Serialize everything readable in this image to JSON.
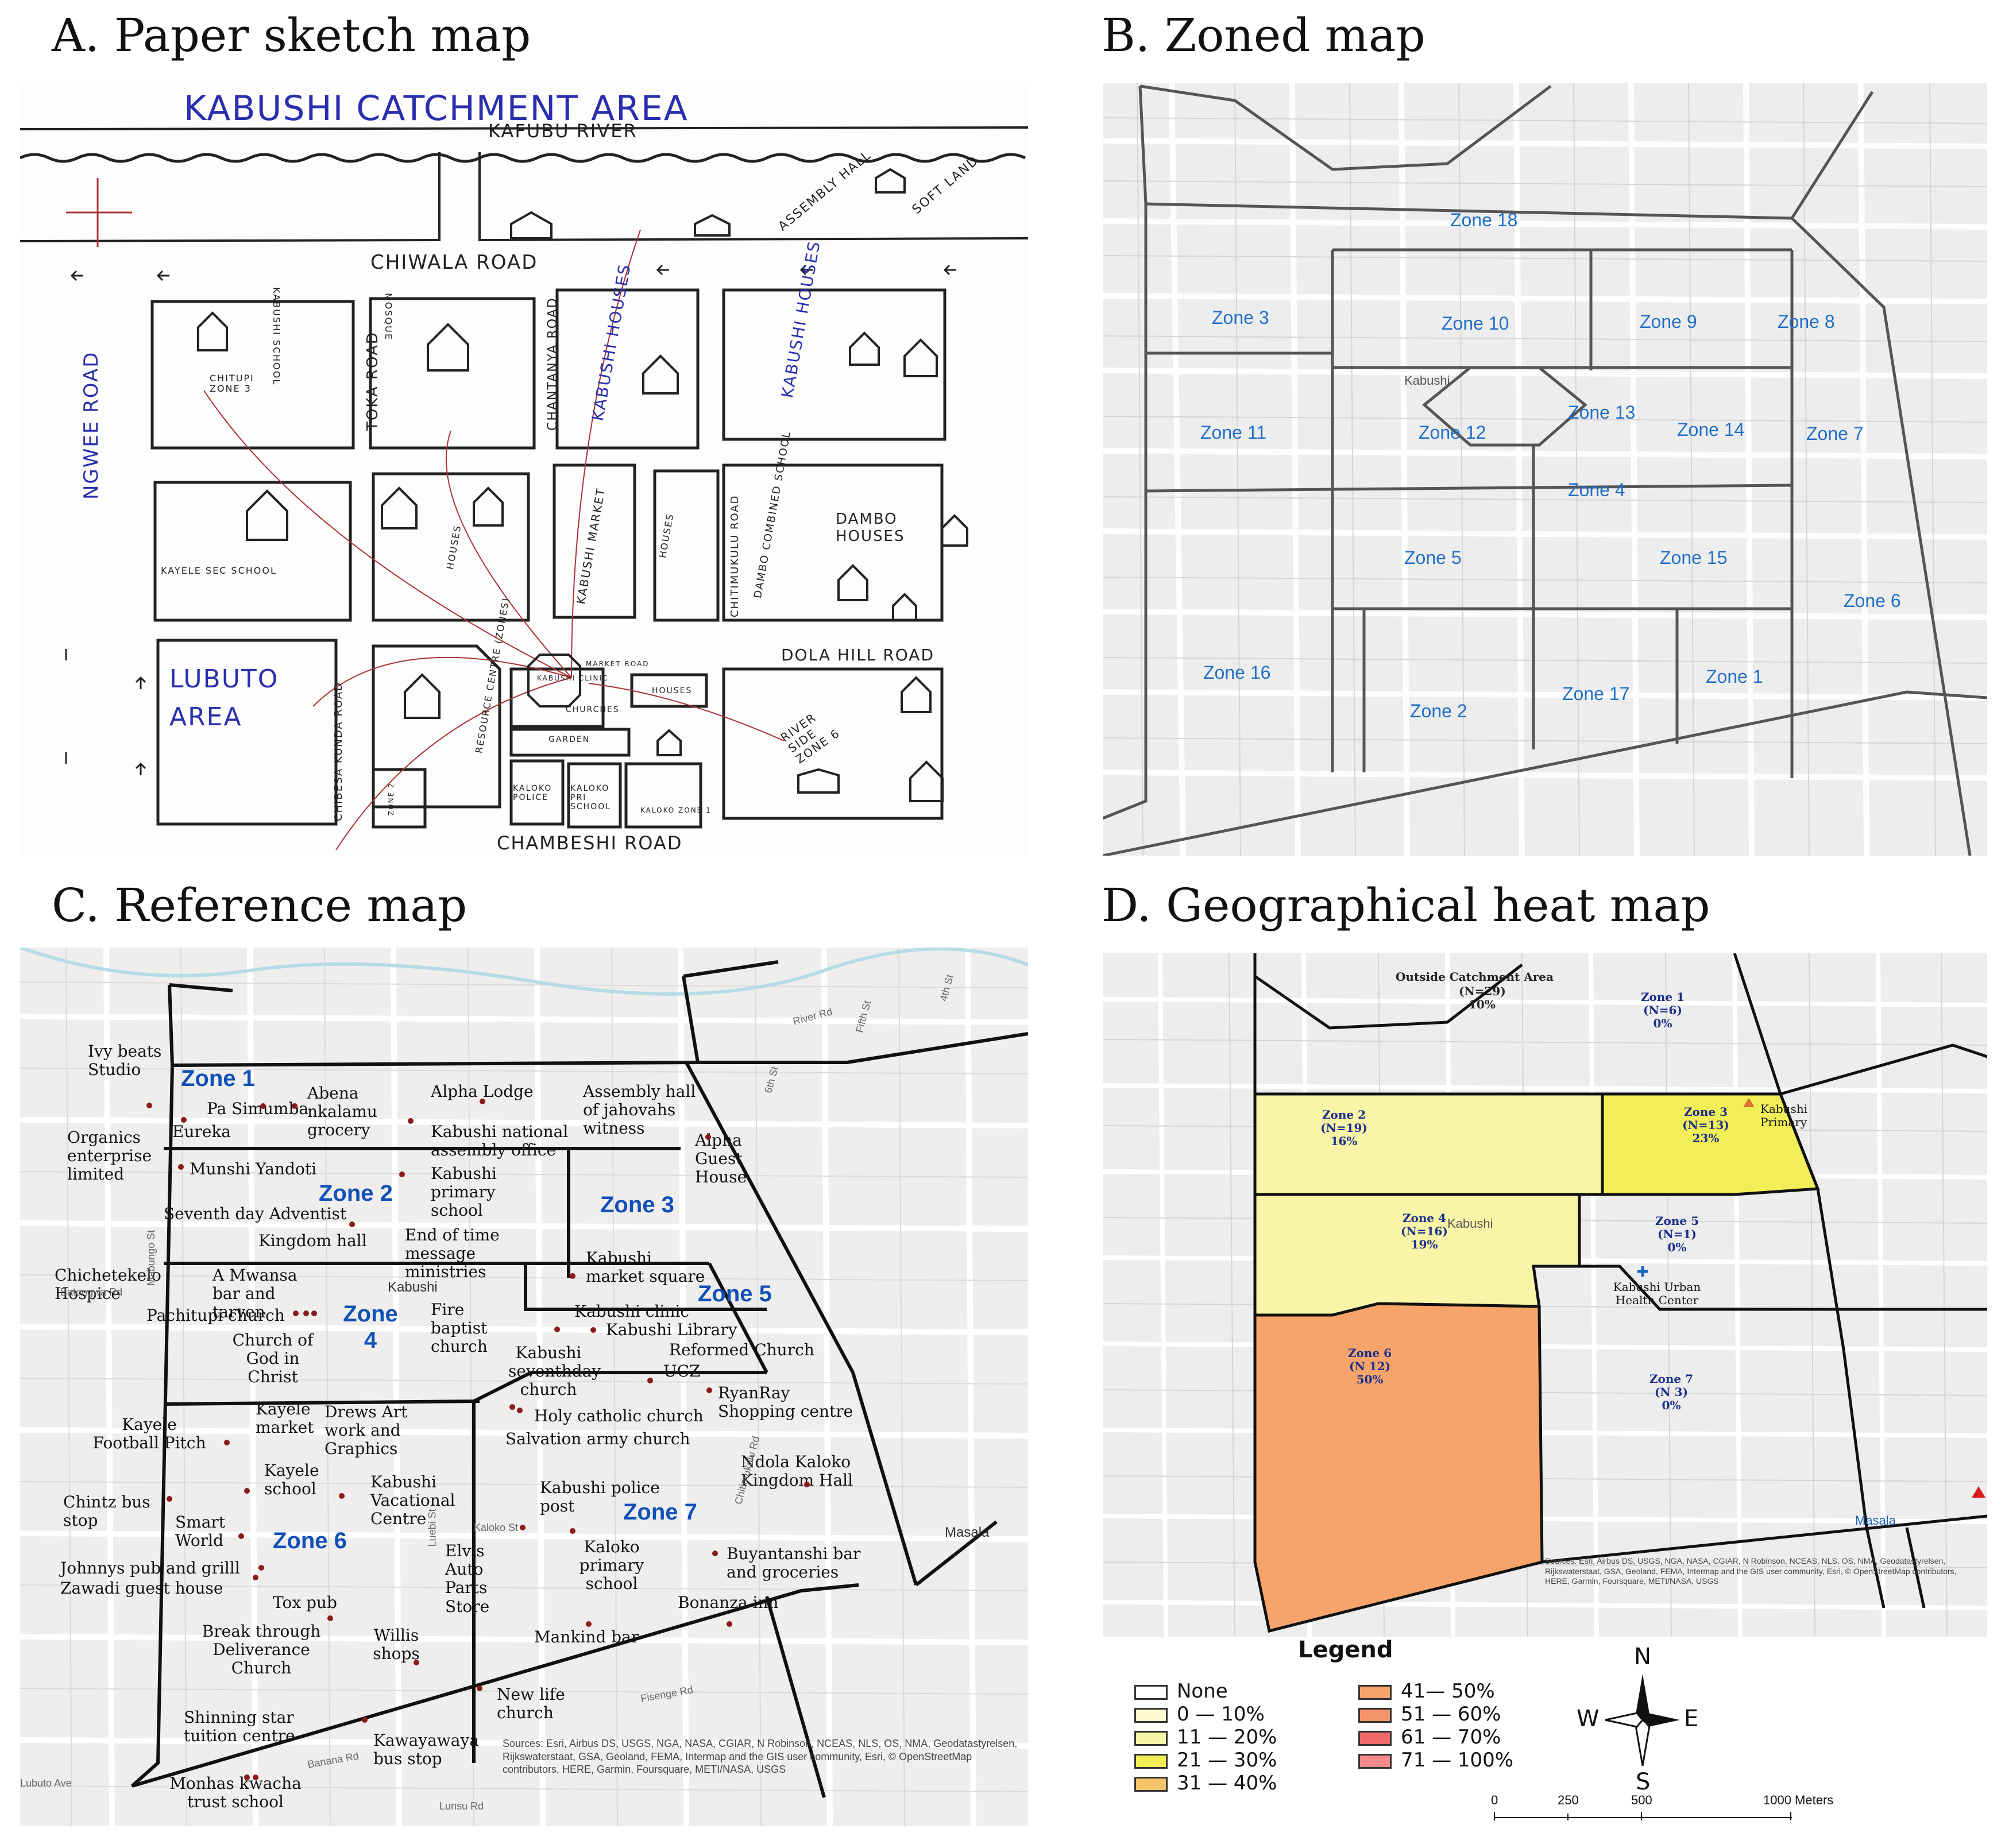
{
  "titles": {
    "a": "A. Paper sketch map",
    "b": "B. Zoned map",
    "c": "C. Reference map",
    "d": "D. Geographical heat map"
  },
  "sketch": {
    "title": "KABUSHI CATCHMENT AREA",
    "kafubu_river": "KAFUBU RIVER",
    "chiwala_road": "CHIWALA ROAD",
    "ngwee_road": "NGWEE ROAD",
    "toka_road": "TOKA ROAD",
    "chantanya_road": "CHANTANYA ROAD",
    "kabushi_houses_1": "KABUSHI HOUSES",
    "kabushi_houses_2": "KABUSHI HOUSES",
    "assembly_hall": "ASSEMBLY HALL",
    "soft_land": "SOFT LAND",
    "kabushi_school": "KABUSHI SCHOOL",
    "mosque": "MOSQUE",
    "chitupi_zone": "CHITUPI ZONE 3",
    "kayele_sec_school": "KAYELE SEC SCHOOL",
    "houses_1": "HOUSES",
    "kabushi_market": "KABUSHI MARKET",
    "houses_2": "HOUSES",
    "chitimukulu": "CHITIMUKULU ROAD",
    "dambo_combined": "DAMBO COMBINED SCHOOL",
    "dambo_houses": "DAMBO HOUSES",
    "dola_hill_road": "DOLA HILL ROAD",
    "lubuto_area": "LUBUTO AREA",
    "chibesa_kunda_road": "CHIBESA KUNDA ROAD",
    "resource_centre": "RESOURCE CENTRE (ZONES)",
    "kabushi_clinic": "KABUSHI CLINIC",
    "churches": "CHURCHES",
    "garden": "GARDEN",
    "houses_3": "HOUSES",
    "riverside_zone": "RIVER SIDE ZONE 6",
    "kaloko_police": "KALOKO POLICE",
    "kaloko_pri_school": "KALOKO PRI SCHOOL",
    "kaloko_zone": "KALOKO ZONE 1",
    "chachacha_zone": "ZONE 2",
    "chambeshi_road": "CHAMBESHI ROAD",
    "market_road": "MARKET ROAD"
  },
  "zoned": {
    "kabushi": "Kabushi",
    "zones": [
      "Zone 18",
      "Zone 3",
      "Zone 10",
      "Zone 9",
      "Zone 8",
      "Zone 11",
      "Zone 12",
      "Zone 13",
      "Zone 14",
      "Zone 7",
      "Zone 4",
      "Zone 5",
      "Zone 15",
      "Zone 6",
      "Zone 16",
      "Zone 2",
      "Zone 17",
      "Zone 1"
    ],
    "streets": [
      "Fifth St",
      "6th St",
      "Kabushi",
      "Luebi St",
      "Fisenge Rd",
      "Banana Rd",
      "Chambeshi Rd"
    ]
  },
  "reference": {
    "zones": [
      "Zone 1",
      "Zone 2",
      "Zone 3",
      "Zone 4",
      "Zone 5",
      "Zone 6",
      "Zone 7"
    ],
    "pois": [
      "Ivy beats Studio",
      "Pa Simumba",
      "Abena nkalamu grocery",
      "Alpha Lodge",
      "Assembly hall of jahovahs witness",
      "Organics enterprise limited",
      "Eureka",
      "Kabushi national assembly office",
      "Alpha Guest House",
      "Munshi Yandoti",
      "Kabushi primary school",
      "Seventh day Adventist",
      "Kingdom hall",
      "End of time message ministries",
      "Kabushi market square",
      "Chichetekelo Hospice",
      "A Mwansa bar and tarven",
      "Pachitupi church",
      "Fire baptist church",
      "Kabushi clinic",
      "Kabushi Library",
      "Reformed Church",
      "Church of God in Christ",
      "Kabushi seventhday church",
      "UCZ",
      "RyanRay Shopping centre",
      "Kayele Football Pitch",
      "Kayele market",
      "Drews Art work and Graphics",
      "Holy catholic church",
      "Salvation army church",
      "Kayele school",
      "Kabushi Vacational Centre",
      "Ndola Kaloko Kingdom Hall",
      "Chintz bus stop",
      "Smart World",
      "Kabushi police post",
      "Johnnys pub and grilll",
      "Zawadi guest house",
      "Elvis Auto Parts Store",
      "Kaloko primary school",
      "Buyantanshi bar and groceries",
      "Tox pub",
      "Bonanza inn",
      "Break through Deliverance Church",
      "Willis shops",
      "Mankind bar",
      "New life church",
      "Shinning star tuition centre",
      "Kawayawaya bus stop",
      "Monhas kwacha trust school"
    ],
    "kabushi": "Kabushi",
    "masala": "Masala",
    "streets": [
      "River Rd",
      "Fifth St",
      "6th St",
      "4th St",
      "Batongwa Rd",
      "Mabungo St",
      "Fisenge Rd",
      "Banana Rd",
      "Luebi St",
      "Chitimukulu Rd",
      "Kaloko St",
      "Lubuto Ave",
      "Lunsu Rd",
      "Luebi St"
    ],
    "attribution": "Sources: Esri, Airbus DS, USGS, NGA, NASA, CGIAR, N Robinson, NCEAS, NLS, OS, NMA, Geodatastyrelsen, Rijkswaterstaat, GSA, Geoland, FEMA, Intermap and the GIS user community, Esri, © OpenStreetMap contributors, HERE, Garmin, Foursquare, METI/NASA, USGS"
  },
  "heat": {
    "outside": {
      "name": "Outside Catchment Area",
      "n": "(N=29)",
      "pct": "10%"
    },
    "zones": [
      {
        "name": "Zone 1",
        "n": "(N=6)",
        "pct": "0%",
        "fill": "none"
      },
      {
        "name": "Zone 2",
        "n": "(N=19)",
        "pct": "16%",
        "fill": "#f8f4a8"
      },
      {
        "name": "Zone 3",
        "n": "(N=13)",
        "pct": "23%",
        "fill": "#f2ee58"
      },
      {
        "name": "Zone 4",
        "n": "(N=16)",
        "pct": "19%",
        "fill": "#f8f4a8"
      },
      {
        "name": "Zone 5",
        "n": "(N=1)",
        "pct": "0%",
        "fill": "none"
      },
      {
        "name": "Zone 6",
        "n": "(N 12)",
        "pct": "50%",
        "fill": "#f6a46a"
      },
      {
        "name": "Zone 7",
        "n": "(N 3)",
        "pct": "0%",
        "fill": "none"
      }
    ],
    "kabushi_primary": "Kabushi Primary",
    "kabushi": "Kabushi",
    "health_center": "Kabushi Urban Health Center",
    "masala": "Masala",
    "attribution": "Sources: Esri, Airbus DS, USGS, NGA, NASA, CGIAR, N Robinson, NCEAS, NLS, OS, NMA, Geodatastyrelsen, Rijkswaterstaat, GSA, Geoland, FEMA, Intermap and the GIS user community, Esri, © OpenStreetMap contributors, HERE, Garmin, Foursquare, METI/NASA, USGS"
  },
  "legend": {
    "title": "Legend",
    "items": [
      {
        "label": "None",
        "color": "#ffffff"
      },
      {
        "label": "0 — 10%",
        "color": "#fdfbd0"
      },
      {
        "label": "11 — 20%",
        "color": "#f8f4a8"
      },
      {
        "label": "21 — 30%",
        "color": "#f2ee58"
      },
      {
        "label": "31 — 40%",
        "color": "#f8c46a"
      },
      {
        "label": "41— 50%",
        "color": "#f6a46a"
      },
      {
        "label": "51 — 60%",
        "color": "#f4946a"
      },
      {
        "label": "61 — 70%",
        "color": "#f06a6a"
      },
      {
        "label": "71 — 100%",
        "color": "#f48a8a"
      }
    ],
    "compass": {
      "n": "N",
      "s": "S",
      "e": "E",
      "w": "W"
    },
    "scale": {
      "ticks": [
        "0",
        "250",
        "500",
        "1000 Meters"
      ]
    }
  }
}
